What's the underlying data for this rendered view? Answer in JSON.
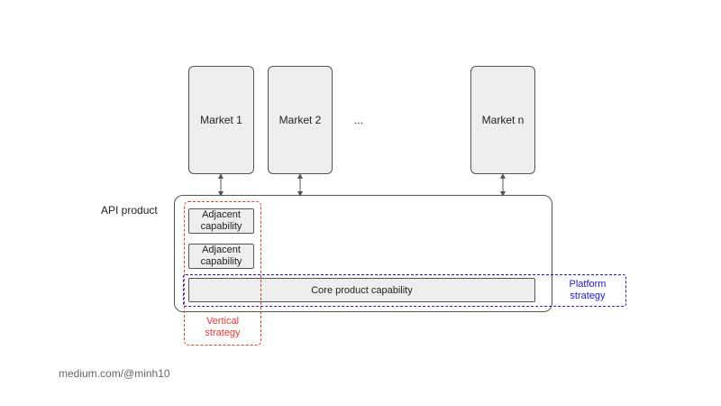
{
  "markets": [
    {
      "label": "Market 1"
    },
    {
      "label": "Market 2"
    },
    {
      "label": "Market n"
    }
  ],
  "ellipsis": "...",
  "api_product": {
    "label": "API product",
    "adjacent_capabilities": [
      {
        "label": "Adjacent capability"
      },
      {
        "label": "Adjacent capability"
      }
    ],
    "core_capability": "Core product capability"
  },
  "strategies": {
    "vertical": {
      "line1": "Vertical",
      "line2": "strategy",
      "color": "#e53935"
    },
    "platform": {
      "line1": "Platform",
      "line2": "strategy",
      "color": "#1a1acc"
    }
  },
  "attribution": "medium.com/@minh10"
}
